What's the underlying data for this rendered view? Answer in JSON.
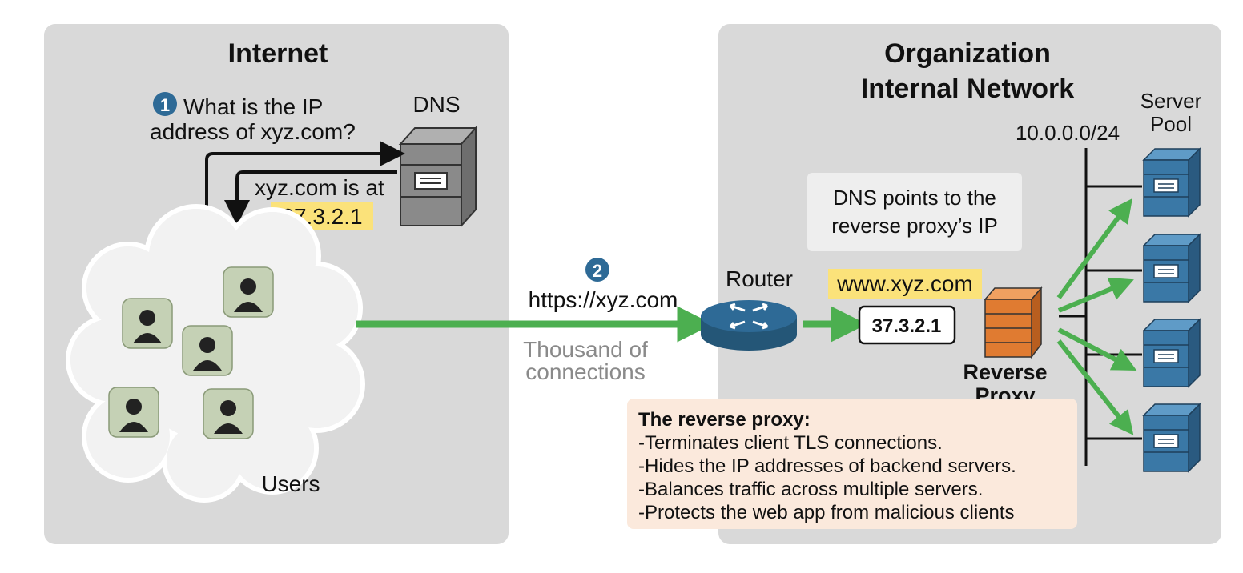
{
  "colors": {
    "panel": "#d9d9d9",
    "flow": "#4caf50",
    "highlight": "#fbe27a",
    "dns_server": "#808080",
    "proxy": "#e07b31",
    "server_pool": "#3a78a6",
    "router": "#2e6a96",
    "step_badge": "#2e6a96",
    "note_bg": "#fbe9dc"
  },
  "internet": {
    "title": "Internet",
    "step1_number": "1",
    "query_line1": "What is the IP",
    "query_line2": "address of xyz.com?",
    "dns_label": "DNS",
    "answer_text": "xyz.com is at",
    "answer_ip": "37.3.2.1",
    "users_label": "Users"
  },
  "link": {
    "step2_number": "2",
    "url": "https://xyz.com",
    "connections_line1": "Thousand of",
    "connections_line2": "connections"
  },
  "org": {
    "title_line1": "Organization",
    "title_line2": "Internal Network",
    "dns_note_line1": "DNS points to the",
    "dns_note_line2": "reverse proxy’s IP",
    "router_label": "Router",
    "domain": "www.xyz.com",
    "proxy_ip": "37.3.2.1",
    "proxy_label_line1": "Reverse",
    "proxy_label_line2": "Proxy",
    "subnet": "10.0.0.0/24",
    "pool_label_line1": "Server",
    "pool_label_line2": "Pool"
  },
  "proxy_note": {
    "title": "The reverse proxy:",
    "items": [
      "-Terminates client TLS connections.",
      "-Hides the IP addresses of backend servers.",
      "-Balances traffic across multiple servers.",
      "-Protects the web app from malicious clients"
    ]
  }
}
